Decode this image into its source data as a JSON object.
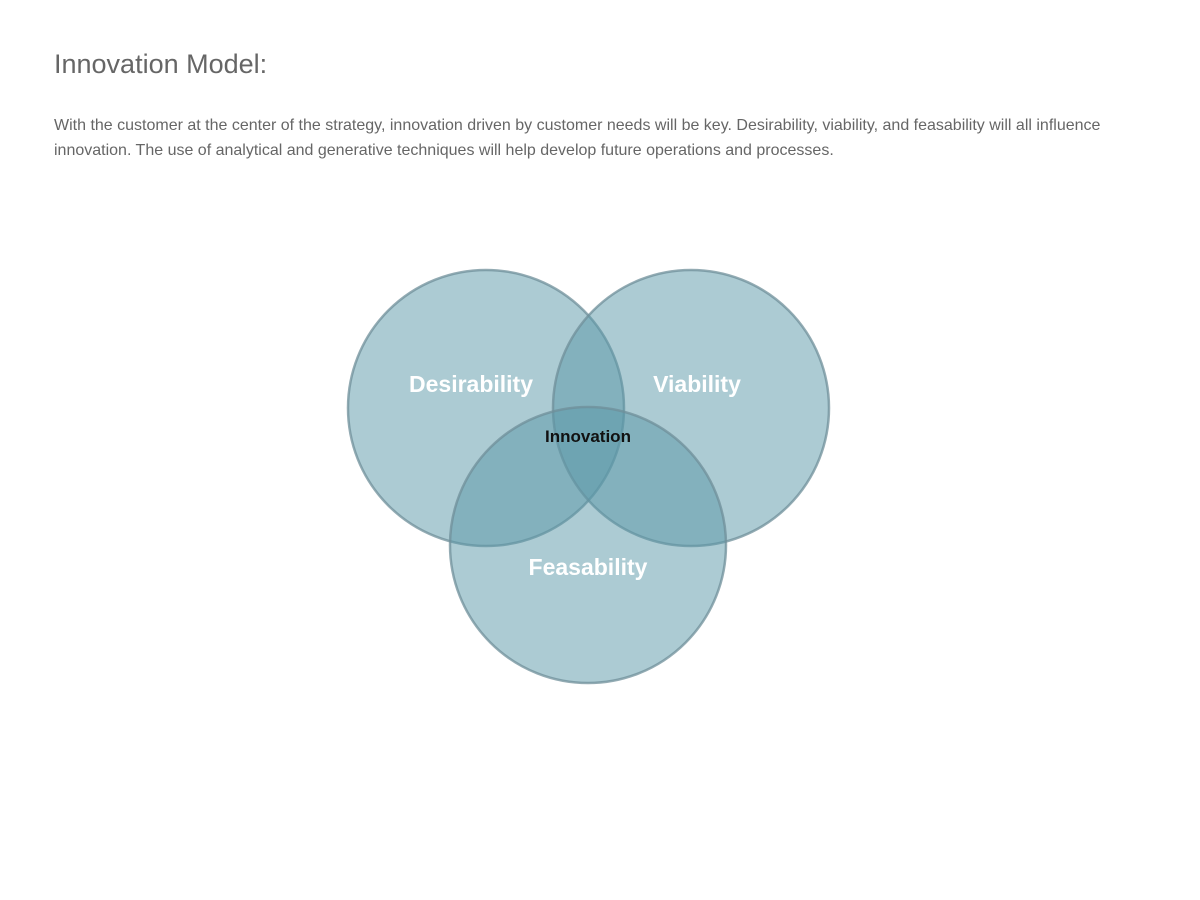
{
  "page": {
    "title": "Innovation Model:",
    "description": "With the customer at the center of the strategy, innovation driven by customer needs will be key. Desirability, viability, and feasability will all influence innovation. The use of analytical and generative techniques will help develop future operations and processes."
  },
  "venn": {
    "sets": [
      {
        "id": "desirability",
        "label": "Desirability"
      },
      {
        "id": "viability",
        "label": "Viability"
      },
      {
        "id": "feasability",
        "label": "Feasability"
      }
    ],
    "intersection_label": "Innovation",
    "colors": {
      "circle_fill": "#5a97a8",
      "circle_stroke": "#6f8f99",
      "set_label": "#ffffff",
      "intersection_label": "#111111"
    }
  }
}
